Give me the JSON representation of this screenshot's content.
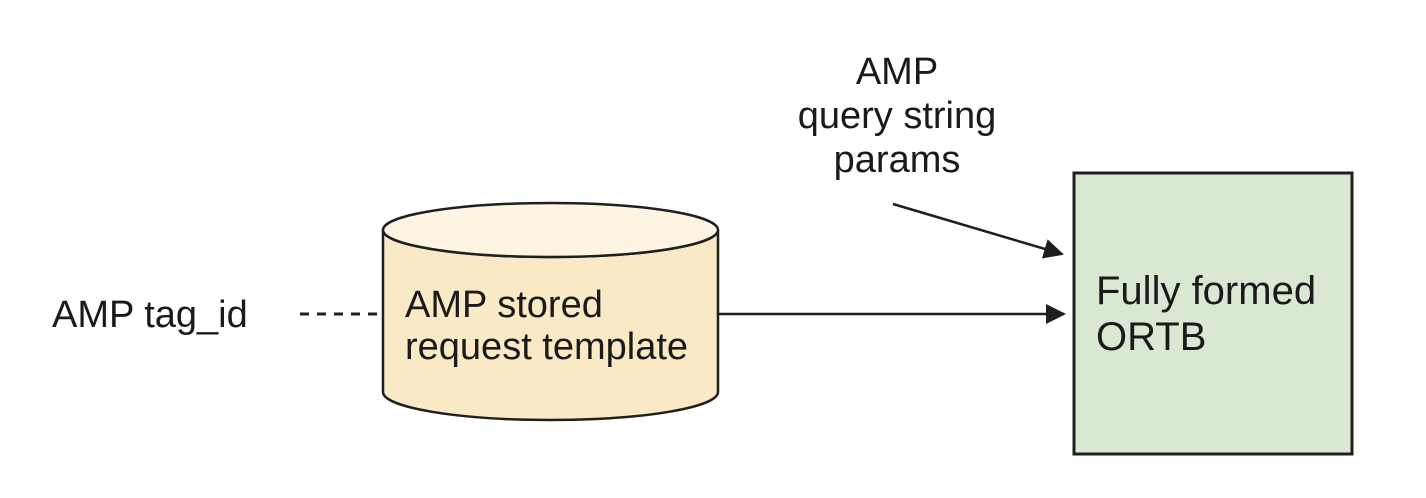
{
  "diagram": {
    "nodes": {
      "amp_tag_id": {
        "text": "AMP tag_id"
      },
      "query_params": {
        "lines": [
          "AMP",
          "query string",
          "params"
        ]
      },
      "stored_request_template": {
        "lines": [
          "AMP stored",
          "request template"
        ]
      },
      "fully_formed_ortb": {
        "lines": [
          "Fully formed",
          "ORTB"
        ]
      }
    },
    "connectors": [
      {
        "from": "amp_tag_id",
        "to": "stored_request_template",
        "style": "dashed",
        "arrow": false
      },
      {
        "from": "stored_request_template",
        "to": "fully_formed_ortb",
        "style": "solid",
        "arrow": true
      },
      {
        "from": "query_params",
        "to": "fully_formed_ortb",
        "style": "solid",
        "arrow": true
      }
    ]
  },
  "colors": {
    "background": "#FFFFFF",
    "text": "#1A1A1A",
    "stroke": "#1F1F1F",
    "cylinder_body": "#FAE9C5",
    "cylinder_top": "#FDF5E1",
    "box_fill": "#D9E8D3"
  }
}
